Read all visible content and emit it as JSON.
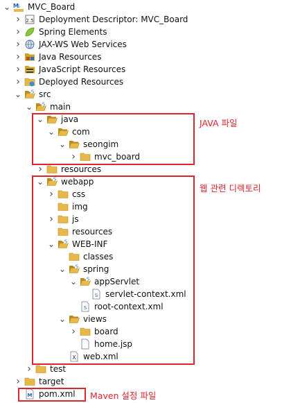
{
  "tree": [
    {
      "label": "MVC_Board",
      "depth": 0,
      "twisty": "open",
      "icon": "maven-project-icon"
    },
    {
      "label": "Deployment Descriptor: MVC_Board",
      "depth": 1,
      "twisty": "closed",
      "icon": "deployment-descriptor-icon"
    },
    {
      "label": "Spring Elements",
      "depth": 1,
      "twisty": "closed",
      "icon": "spring-leaf-icon"
    },
    {
      "label": "JAX-WS Web Services",
      "depth": 1,
      "twisty": "closed",
      "icon": "web-services-icon"
    },
    {
      "label": "Java Resources",
      "depth": 1,
      "twisty": "closed",
      "icon": "java-resources-icon"
    },
    {
      "label": "JavaScript Resources",
      "depth": 1,
      "twisty": "closed",
      "icon": "javascript-resources-icon"
    },
    {
      "label": "Deployed Resources",
      "depth": 1,
      "twisty": "closed",
      "icon": "deployed-resources-icon"
    },
    {
      "label": "src",
      "depth": 1,
      "twisty": "open",
      "icon": "source-folder-icon"
    },
    {
      "label": "main",
      "depth": 2,
      "twisty": "open",
      "icon": "source-folder-icon"
    },
    {
      "label": "java",
      "depth": 3,
      "twisty": "open",
      "icon": "folder-open-icon"
    },
    {
      "label": "com",
      "depth": 4,
      "twisty": "open",
      "icon": "folder-open-icon"
    },
    {
      "label": "seongim",
      "depth": 5,
      "twisty": "open",
      "icon": "folder-open-icon"
    },
    {
      "label": "mvc_board",
      "depth": 6,
      "twisty": "closed",
      "icon": "folder-icon"
    },
    {
      "label": "resources",
      "depth": 3,
      "twisty": "closed",
      "icon": "folder-icon"
    },
    {
      "label": "webapp",
      "depth": 3,
      "twisty": "open",
      "icon": "source-folder-icon"
    },
    {
      "label": "css",
      "depth": 4,
      "twisty": "closed",
      "icon": "folder-icon"
    },
    {
      "label": "img",
      "depth": 4,
      "twisty": "none",
      "icon": "folder-icon"
    },
    {
      "label": "js",
      "depth": 4,
      "twisty": "closed",
      "icon": "folder-icon"
    },
    {
      "label": "resources",
      "depth": 4,
      "twisty": "none",
      "icon": "folder-icon"
    },
    {
      "label": "WEB-INF",
      "depth": 4,
      "twisty": "open",
      "icon": "source-folder-icon"
    },
    {
      "label": "classes",
      "depth": 5,
      "twisty": "none",
      "icon": "folder-icon"
    },
    {
      "label": "spring",
      "depth": 5,
      "twisty": "open",
      "icon": "source-folder-icon"
    },
    {
      "label": "appServlet",
      "depth": 6,
      "twisty": "open",
      "icon": "source-folder-icon"
    },
    {
      "label": "servlet-context.xml",
      "depth": 7,
      "twisty": "none",
      "icon": "spring-xml-file-icon"
    },
    {
      "label": "root-context.xml",
      "depth": 6,
      "twisty": "none",
      "icon": "spring-xml-file-icon"
    },
    {
      "label": "views",
      "depth": 5,
      "twisty": "open",
      "icon": "folder-open-icon"
    },
    {
      "label": "board",
      "depth": 6,
      "twisty": "closed",
      "icon": "folder-icon"
    },
    {
      "label": "home.jsp",
      "depth": 6,
      "twisty": "none",
      "icon": "jsp-file-icon"
    },
    {
      "label": "web.xml",
      "depth": 5,
      "twisty": "none",
      "icon": "xml-file-icon"
    },
    {
      "label": "test",
      "depth": 2,
      "twisty": "closed",
      "icon": "folder-icon"
    },
    {
      "label": "target",
      "depth": 1,
      "twisty": "closed",
      "icon": "folder-icon"
    },
    {
      "label": "pom.xml",
      "depth": 1,
      "twisty": "none",
      "icon": "maven-pom-file-icon"
    }
  ],
  "annotations": {
    "java": "JAVA 파일",
    "web": "웹 관련 디렉토리",
    "maven": "Maven 설정 파일"
  },
  "colors": {
    "highlight": "#e0242e",
    "folder": "#e9b84a",
    "folder_dark": "#b78a22"
  }
}
